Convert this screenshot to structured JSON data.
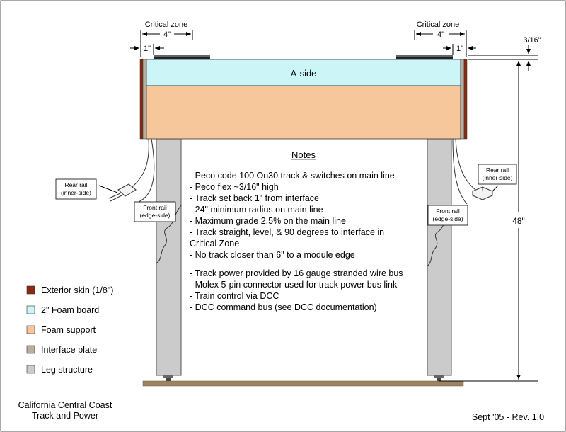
{
  "labels": {
    "critical_zone_left": "Critical zone",
    "critical_zone_right": "Critical zone",
    "four_inch_left": "4\"",
    "four_inch_right": "4\"",
    "one_inch_left": "1\"",
    "one_inch_right": "1\"",
    "three_sixteenths": "3/16\"",
    "height": "48\"",
    "a_side": "A-side"
  },
  "callouts": {
    "left_rear": [
      "Rear rail",
      "(inner-side)"
    ],
    "left_front": [
      "Front rail",
      "(edge-side)"
    ],
    "right_rear": [
      "Rear rail",
      "(inner-side)"
    ],
    "right_front": [
      "Front rail",
      "(edge-side)"
    ]
  },
  "notes": {
    "title": "Notes",
    "lines": [
      "- Peco code 100 On30 track & switches on main line",
      "- Peco flex ~3/16\" high",
      "- Track set back 1\" from interface",
      "- 24\" minimum radius on main line",
      "- Maximum grade 2.5% on the main line",
      "- Track straight, level, & 90 degrees to interface in",
      "Critical Zone",
      "- No track closer than 6\" to a module edge",
      "",
      "- Track power provided by 16 gauge stranded wire bus",
      "- Molex 5-pin connector used for track power bus link",
      "- Train control via DCC",
      "- DCC command bus (see DCC documentation)"
    ]
  },
  "legend": [
    {
      "label": "Exterior skin (1/8\")",
      "color": "#8B2A12"
    },
    {
      "label": "2\" Foam board",
      "color": "#CCF5F8"
    },
    {
      "label": "Foam support",
      "color": "#F5C79B"
    },
    {
      "label": "Interface plate",
      "color": "#B9AE9F"
    },
    {
      "label": "Leg structure",
      "color": "#CBCBCB"
    }
  ],
  "footer": {
    "title_line1": "California Central Coast",
    "title_line2": "Track and Power",
    "revision": "Sept '05 - Rev. 1.0"
  }
}
